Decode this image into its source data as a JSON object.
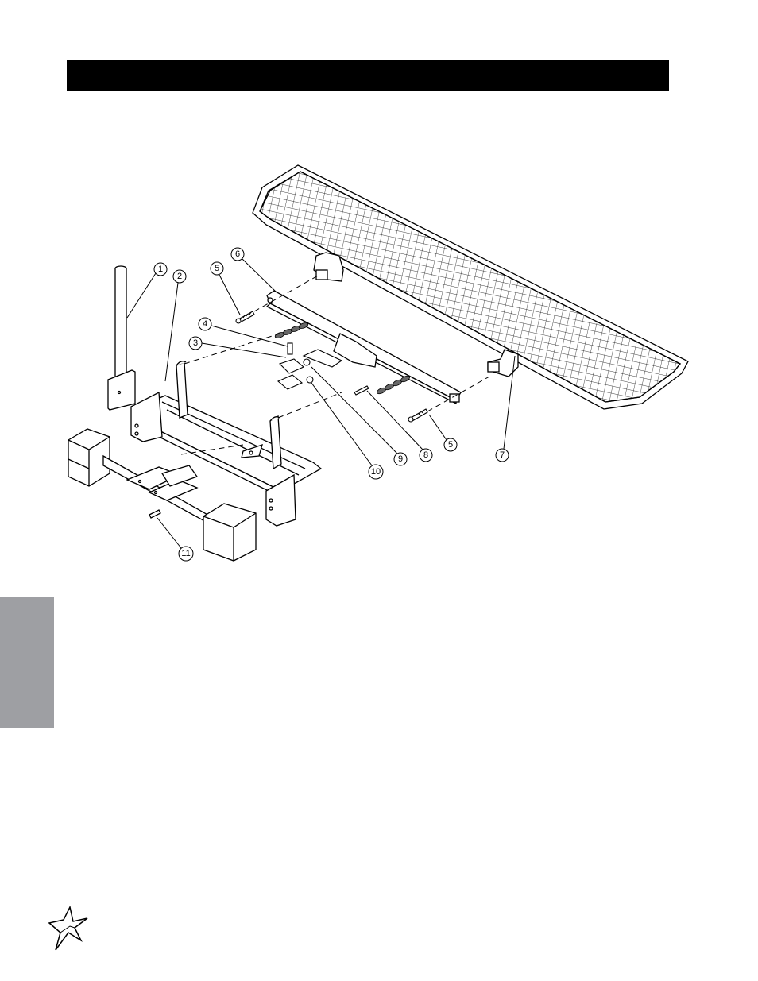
{
  "header": {
    "title": ""
  },
  "callouts": [
    "1",
    "2",
    "3",
    "4",
    "5",
    "6",
    "7",
    "8",
    "9",
    "10",
    "11",
    "5"
  ],
  "colors": {
    "title_bar": "#000000",
    "side_tab": "#9e9fa3",
    "line": "#000000"
  },
  "logo_icon": "star-burst-icon"
}
